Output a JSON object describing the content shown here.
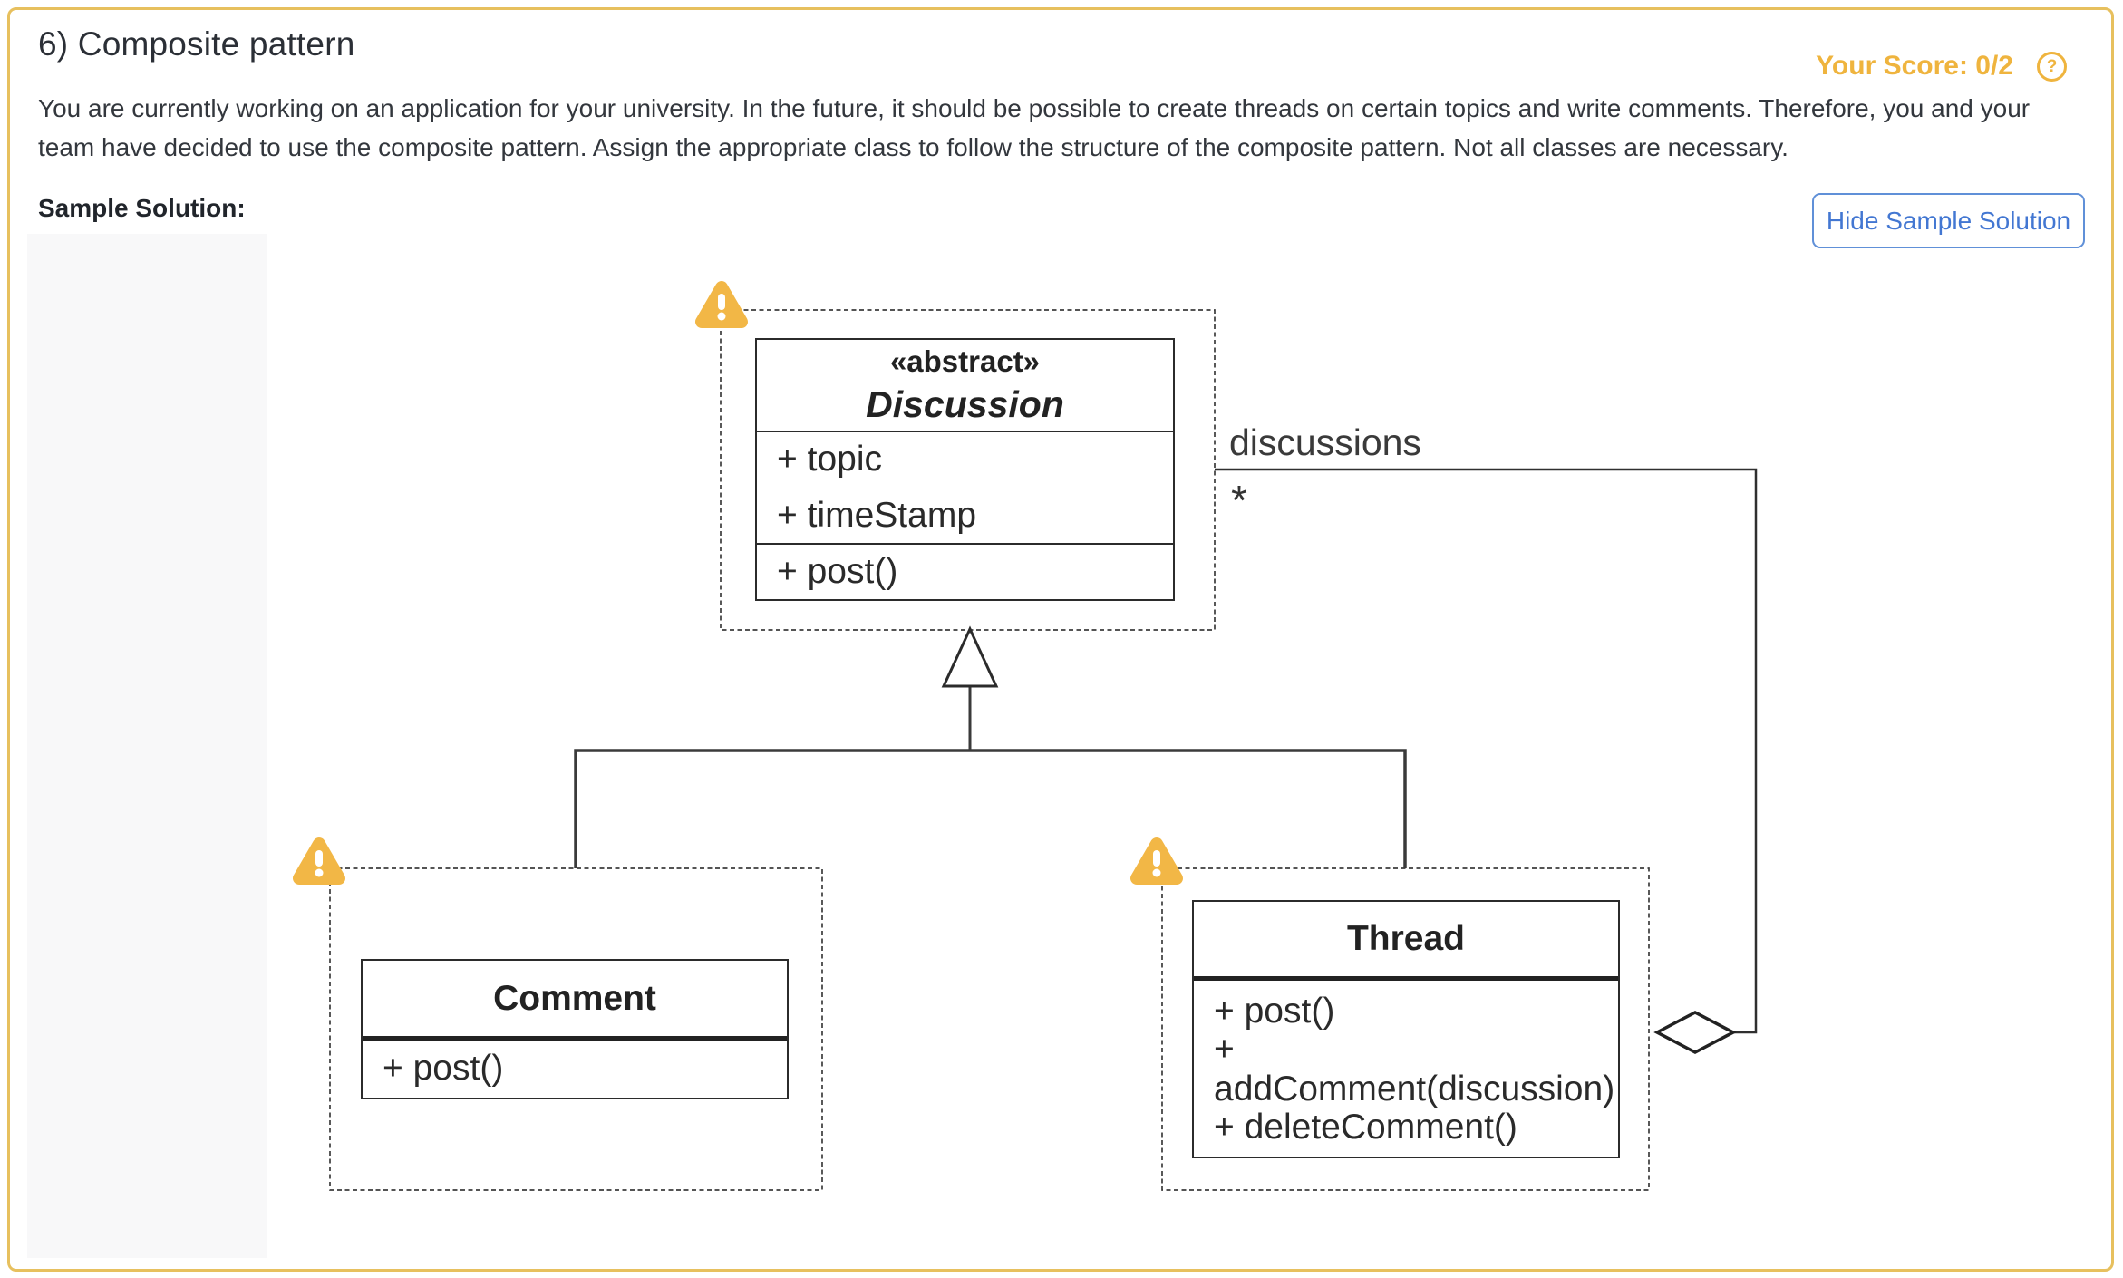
{
  "header": {
    "title": "6) Composite pattern",
    "score": "Your Score: 0/2",
    "help_glyph": "?",
    "description": "You are currently working on an application for your university. In the future, it should be possible to create threads on certain topics and write comments. Therefore, you and your team have decided to use the composite pattern. Assign the appropriate class to follow the structure of the composite pattern. Not all classes are necessary.",
    "sample_label": "Sample Solution:",
    "hide_button": "Hide Sample Solution"
  },
  "diagram": {
    "discussion": {
      "stereotype": "«abstract»",
      "name": "Discussion",
      "attributes": [
        "+ topic",
        "+ timeStamp"
      ],
      "operations": [
        "+ post()"
      ]
    },
    "comment": {
      "name": "Comment",
      "operations": [
        "+ post()"
      ]
    },
    "thread": {
      "name": "Thread",
      "operations": [
        "+ post()",
        "+ addComment(discussion)",
        "+ deleteComment()"
      ]
    },
    "association": {
      "label": "discussions",
      "multiplicity": "*"
    },
    "icons": {
      "warning": "warning-triangle"
    }
  },
  "colors": {
    "accent_amber": "#efb43e",
    "warning_fill": "#f2b746",
    "button_blue": "#4377d2",
    "button_border": "#6090d8",
    "page_border": "#e7c05e",
    "uml_stroke": "#2b2b2b"
  }
}
